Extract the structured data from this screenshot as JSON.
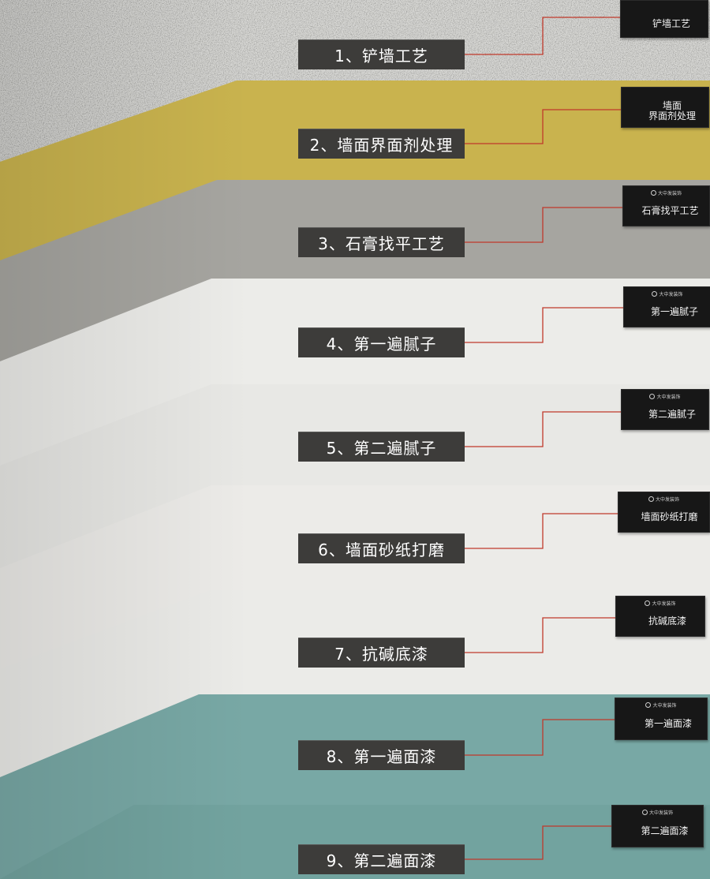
{
  "steps": [
    {
      "label": "1、铲墙工艺",
      "plaque": "铲墙工艺",
      "brand": ""
    },
    {
      "label": "2、墙面界面剂处理",
      "plaque": "墙面\n界面剂处理",
      "brand": ""
    },
    {
      "label": "3、石膏找平工艺",
      "plaque": "石膏找平工艺",
      "brand": "大中发装饰"
    },
    {
      "label": "4、第一遍腻子",
      "plaque": "第一遍腻子",
      "brand": "大中发装饰"
    },
    {
      "label": "5、第二遍腻子",
      "plaque": "第二遍腻子",
      "brand": "大中发装饰"
    },
    {
      "label": "6、墙面砂纸打磨",
      "plaque": "墙面砂纸打磨",
      "brand": "大中发装饰"
    },
    {
      "label": "7、抗碱底漆",
      "plaque": "抗碱底漆",
      "brand": "大中发装饰"
    },
    {
      "label": "8、第一遍面漆",
      "plaque": "第一遍面漆",
      "brand": "大中发装饰"
    },
    {
      "label": "9、第二遍面漆",
      "plaque": "第二遍面漆",
      "brand": "大中发装饰"
    }
  ],
  "colors": {
    "plaster": "#d6d6d3",
    "interface_agent": "#c9b34e",
    "gypsum": "#a6a5a0",
    "putty_1": "#ecece9",
    "putty_2": "#e8e8e5",
    "sanded": "#ecebe8",
    "primer": "#ebebe8",
    "topcoat_1": "#78a8a5",
    "topcoat_2": "#71a29f",
    "leader_line": "#c0392b",
    "label_bg": "#3d3c3a",
    "plaque_bg": "#171717"
  }
}
